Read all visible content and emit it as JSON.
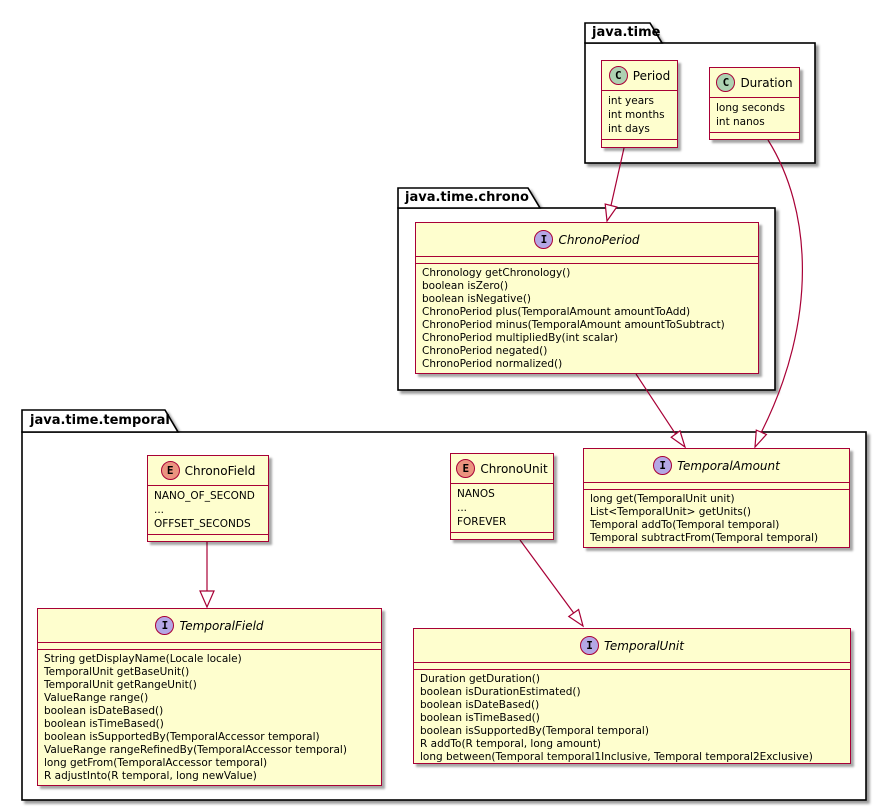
{
  "diagram_type": "uml-class-diagram",
  "colors": {
    "box_fill": "#FEFECE",
    "box_border": "#A80036",
    "relation_line": "#A80036",
    "class_spot": "#ADD1B2",
    "enum_spot": "#EB937F",
    "interface_spot": "#B4A7E5",
    "package_border": "#000000",
    "package_fill": "#FFFFFF",
    "background": "#FFFFFF"
  },
  "spots": {
    "class": "C",
    "enum": "E",
    "interface": "I"
  },
  "packages": {
    "java_time": {
      "label": "java.time"
    },
    "java_time_chrono": {
      "label": "java.time.chrono"
    },
    "java_time_temporal": {
      "label": "java.time.temporal"
    }
  },
  "classes": {
    "period": {
      "kind": "class",
      "name": "Period",
      "fields": [
        "int years",
        "int months",
        "int days"
      ],
      "methods": []
    },
    "duration": {
      "kind": "class",
      "name": "Duration",
      "fields": [
        "long seconds",
        "int nanos"
      ],
      "methods": []
    },
    "chrono_period": {
      "kind": "interface",
      "name": "ChronoPeriod",
      "fields": [],
      "methods": [
        "Chronology getChronology()",
        "boolean isZero()",
        "boolean isNegative()",
        "ChronoPeriod plus(TemporalAmount amountToAdd)",
        "ChronoPeriod minus(TemporalAmount amountToSubtract)",
        "ChronoPeriod multipliedBy(int scalar)",
        "ChronoPeriod negated()",
        "ChronoPeriod normalized()"
      ]
    },
    "chrono_field": {
      "kind": "enum",
      "name": "ChronoField",
      "fields": [
        "NANO_OF_SECOND",
        "...",
        "OFFSET_SECONDS"
      ],
      "methods": []
    },
    "chrono_unit": {
      "kind": "enum",
      "name": "ChronoUnit",
      "fields": [
        "NANOS",
        "...",
        "FOREVER"
      ],
      "methods": []
    },
    "temporal_amount": {
      "kind": "interface",
      "name": "TemporalAmount",
      "fields": [],
      "methods": [
        "long get(TemporalUnit unit)",
        "List<TemporalUnit> getUnits()",
        "Temporal addTo(Temporal temporal)",
        "Temporal subtractFrom(Temporal temporal)"
      ]
    },
    "temporal_field": {
      "kind": "interface",
      "name": "TemporalField",
      "fields": [],
      "methods": [
        "String getDisplayName(Locale locale)",
        "TemporalUnit getBaseUnit()",
        "TemporalUnit getRangeUnit()",
        "ValueRange range()",
        "boolean isDateBased()",
        "boolean isTimeBased()",
        "boolean isSupportedBy(TemporalAccessor temporal)",
        "ValueRange rangeRefinedBy(TemporalAccessor temporal)",
        "long getFrom(TemporalAccessor temporal)",
        "R adjustInto(R temporal, long newValue)"
      ]
    },
    "temporal_unit": {
      "kind": "interface",
      "name": "TemporalUnit",
      "fields": [],
      "methods": [
        "Duration getDuration()",
        "boolean isDurationEstimated()",
        "boolean isDateBased()",
        "boolean isTimeBased()",
        "boolean isSupportedBy(Temporal temporal)",
        "R addTo(R temporal, long amount)",
        "long between(Temporal temporal1Inclusive, Temporal temporal2Exclusive)"
      ]
    }
  },
  "relationships": [
    {
      "from": "Period",
      "to": "ChronoPeriod",
      "type": "generalization"
    },
    {
      "from": "Duration",
      "to": "TemporalAmount",
      "type": "generalization"
    },
    {
      "from": "ChronoPeriod",
      "to": "TemporalAmount",
      "type": "generalization"
    },
    {
      "from": "ChronoField",
      "to": "TemporalField",
      "type": "generalization"
    },
    {
      "from": "ChronoUnit",
      "to": "TemporalUnit",
      "type": "generalization"
    }
  ]
}
